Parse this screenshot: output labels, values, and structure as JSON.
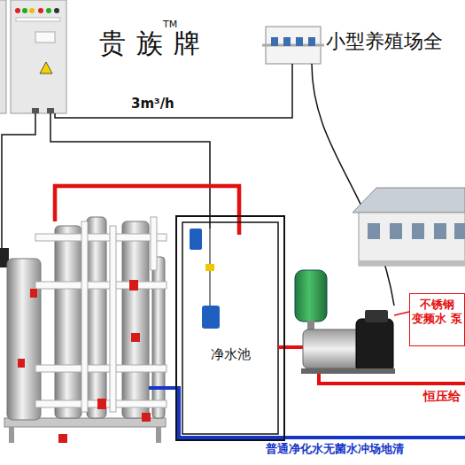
{
  "diagram": {
    "title": "贵族牌",
    "nodes": [
      {
        "text": [
          "净水池"
        ]
      },
      {
        "text": [
          "不锈钢 变频水 泵"
        ]
      }
    ],
    "labels": [
      "TM",
      "小型养殖场全",
      "3m³/h",
      "恒压给",
      "普通净化水无菌水冲场地清"
    ]
  }
}
